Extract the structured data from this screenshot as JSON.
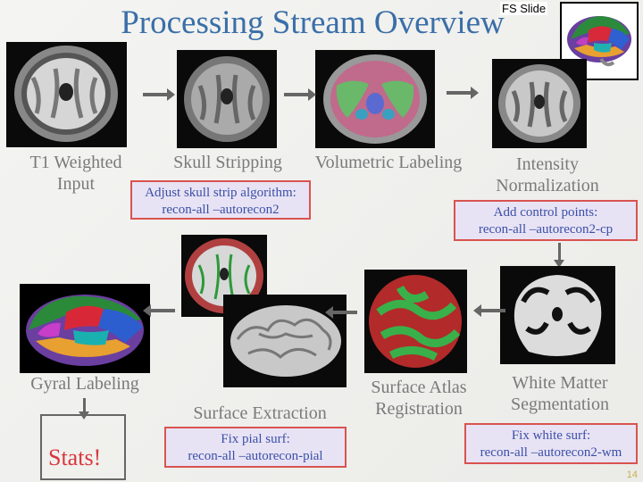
{
  "slide": {
    "title": "Processing Stream Overview",
    "fs_label": "FS Slide",
    "page_number": "14"
  },
  "steps": {
    "t1": {
      "caption_line1": "T1 Weighted",
      "caption_line2": "Input"
    },
    "skull": {
      "caption": "Skull Stripping",
      "box_line1": "Adjust skull strip algorithm:",
      "box_line2": "recon-all –autorecon2"
    },
    "vol": {
      "caption": "Volumetric Labeling"
    },
    "intensity": {
      "caption_line1": "Intensity",
      "caption_line2": "Normalization",
      "box_line1": "Add control points:",
      "box_line2": "recon-all –autorecon2-cp"
    },
    "wm": {
      "caption_line1": "White Matter",
      "caption_line2": "Segmentation",
      "box_line1": "Fix white surf:",
      "box_line2": "recon-all –autorecon2-wm"
    },
    "atlas": {
      "caption_line1": "Surface Atlas",
      "caption_line2": "Registration"
    },
    "surface": {
      "caption": "Surface Extraction",
      "box_line1": "Fix pial surf:",
      "box_line2": "recon-all –autorecon-pial"
    },
    "gyral": {
      "caption": "Gyral Labeling"
    },
    "stats": {
      "label": "Stats!"
    }
  }
}
